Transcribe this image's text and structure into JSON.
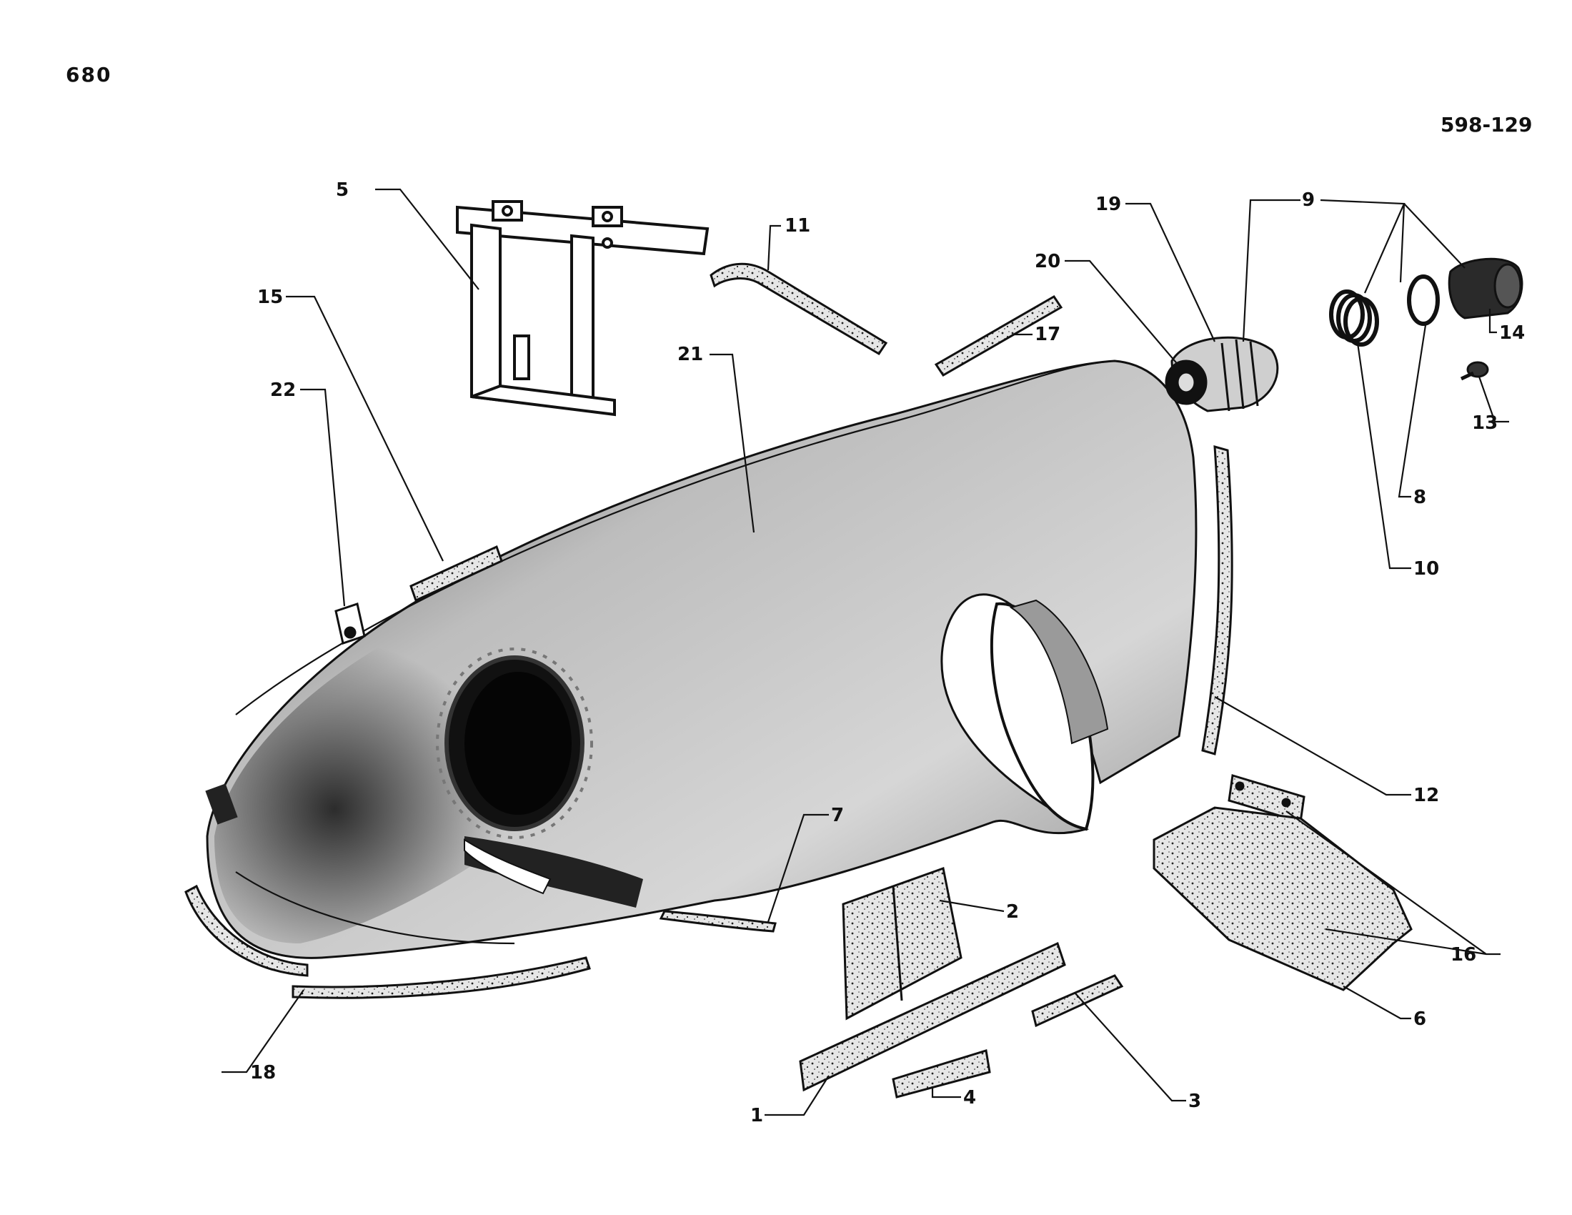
{
  "page_number": "680",
  "drawing_ref": "598-129",
  "callouts": [
    {
      "id": "1",
      "text": "1"
    },
    {
      "id": "2",
      "text": "2"
    },
    {
      "id": "3",
      "text": "3"
    },
    {
      "id": "4",
      "text": "4"
    },
    {
      "id": "5",
      "text": "5"
    },
    {
      "id": "6",
      "text": "6"
    },
    {
      "id": "7",
      "text": "7"
    },
    {
      "id": "8",
      "text": "8"
    },
    {
      "id": "9",
      "text": "9"
    },
    {
      "id": "10",
      "text": "10"
    },
    {
      "id": "11",
      "text": "11"
    },
    {
      "id": "12",
      "text": "12"
    },
    {
      "id": "13",
      "text": "13"
    },
    {
      "id": "14",
      "text": "14"
    },
    {
      "id": "15",
      "text": "15"
    },
    {
      "id": "16",
      "text": "16"
    },
    {
      "id": "17",
      "text": "17"
    },
    {
      "id": "18",
      "text": "18"
    },
    {
      "id": "19",
      "text": "19"
    },
    {
      "id": "20",
      "text": "20"
    },
    {
      "id": "21",
      "text": "21"
    },
    {
      "id": "22",
      "text": "22"
    }
  ],
  "colors": {
    "ink": "#111111",
    "shade": "#6e6e6e",
    "light": "#d8d8d8",
    "paper": "#ffffff"
  }
}
